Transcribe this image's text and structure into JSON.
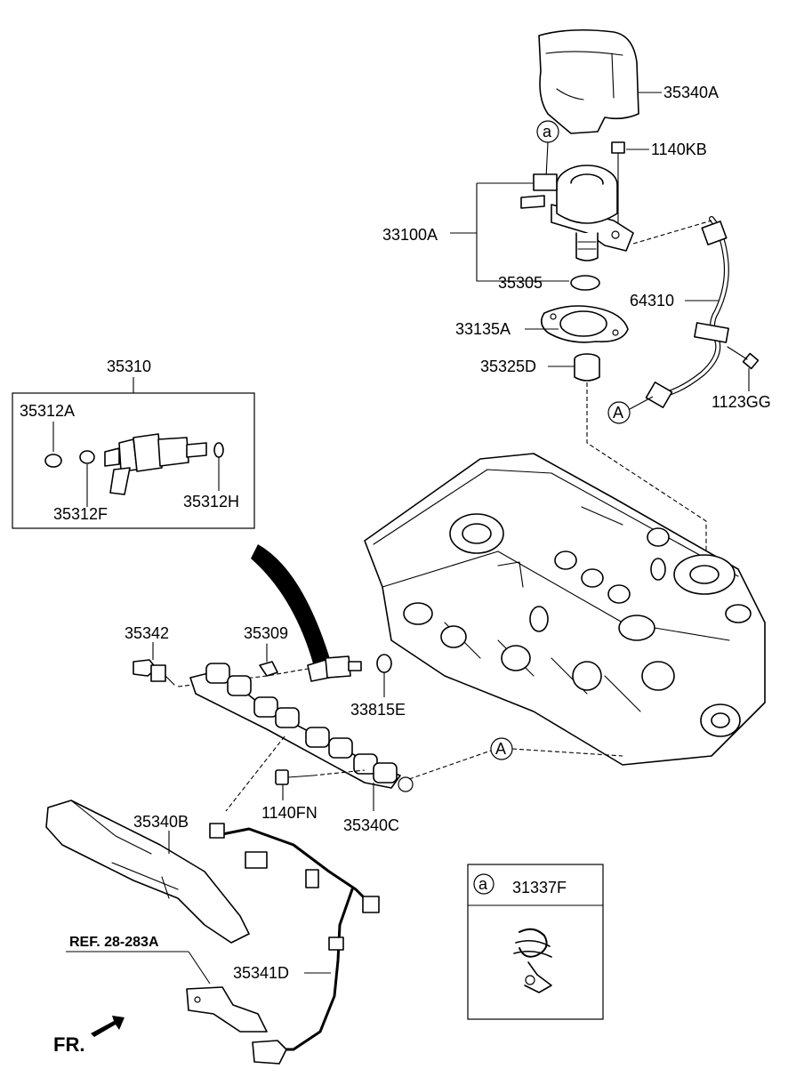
{
  "labels": {
    "p35340A": "35340A",
    "p1140KB": "1140KB",
    "p33100A": "33100A",
    "p35305": "35305",
    "p64310": "64310",
    "p33135A": "33135A",
    "p35325D": "35325D",
    "p1123GG": "1123GG",
    "p35310": "35310",
    "p35312A": "35312A",
    "p35312F": "35312F",
    "p35312H": "35312H",
    "p35342": "35342",
    "p35309": "35309",
    "p33815E": "33815E",
    "p1140FN": "1140FN",
    "p35340C": "35340C",
    "p35340B": "35340B",
    "p35341D": "35341D",
    "p31337F": "31337F",
    "ref": "REF. 28-283A",
    "fr": "FR."
  },
  "callouts": {
    "a_top": "a",
    "A_right": "A",
    "A_mid": "A",
    "a_box": "a"
  }
}
